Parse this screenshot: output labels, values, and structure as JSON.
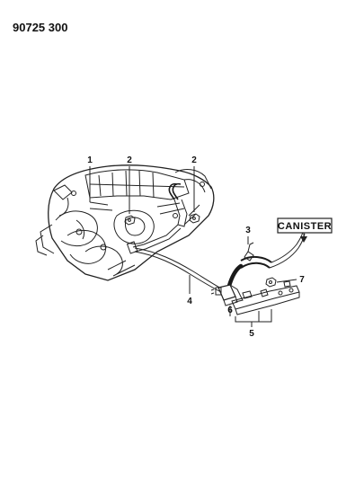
{
  "header": {
    "part_number": "90725 300"
  },
  "canister_label": "CANISTER",
  "callouts": {
    "c1": "1",
    "c2a": "2",
    "c2b": "2",
    "c3": "3",
    "c4": "4",
    "c5": "5",
    "c6": "6",
    "c7": "7"
  }
}
